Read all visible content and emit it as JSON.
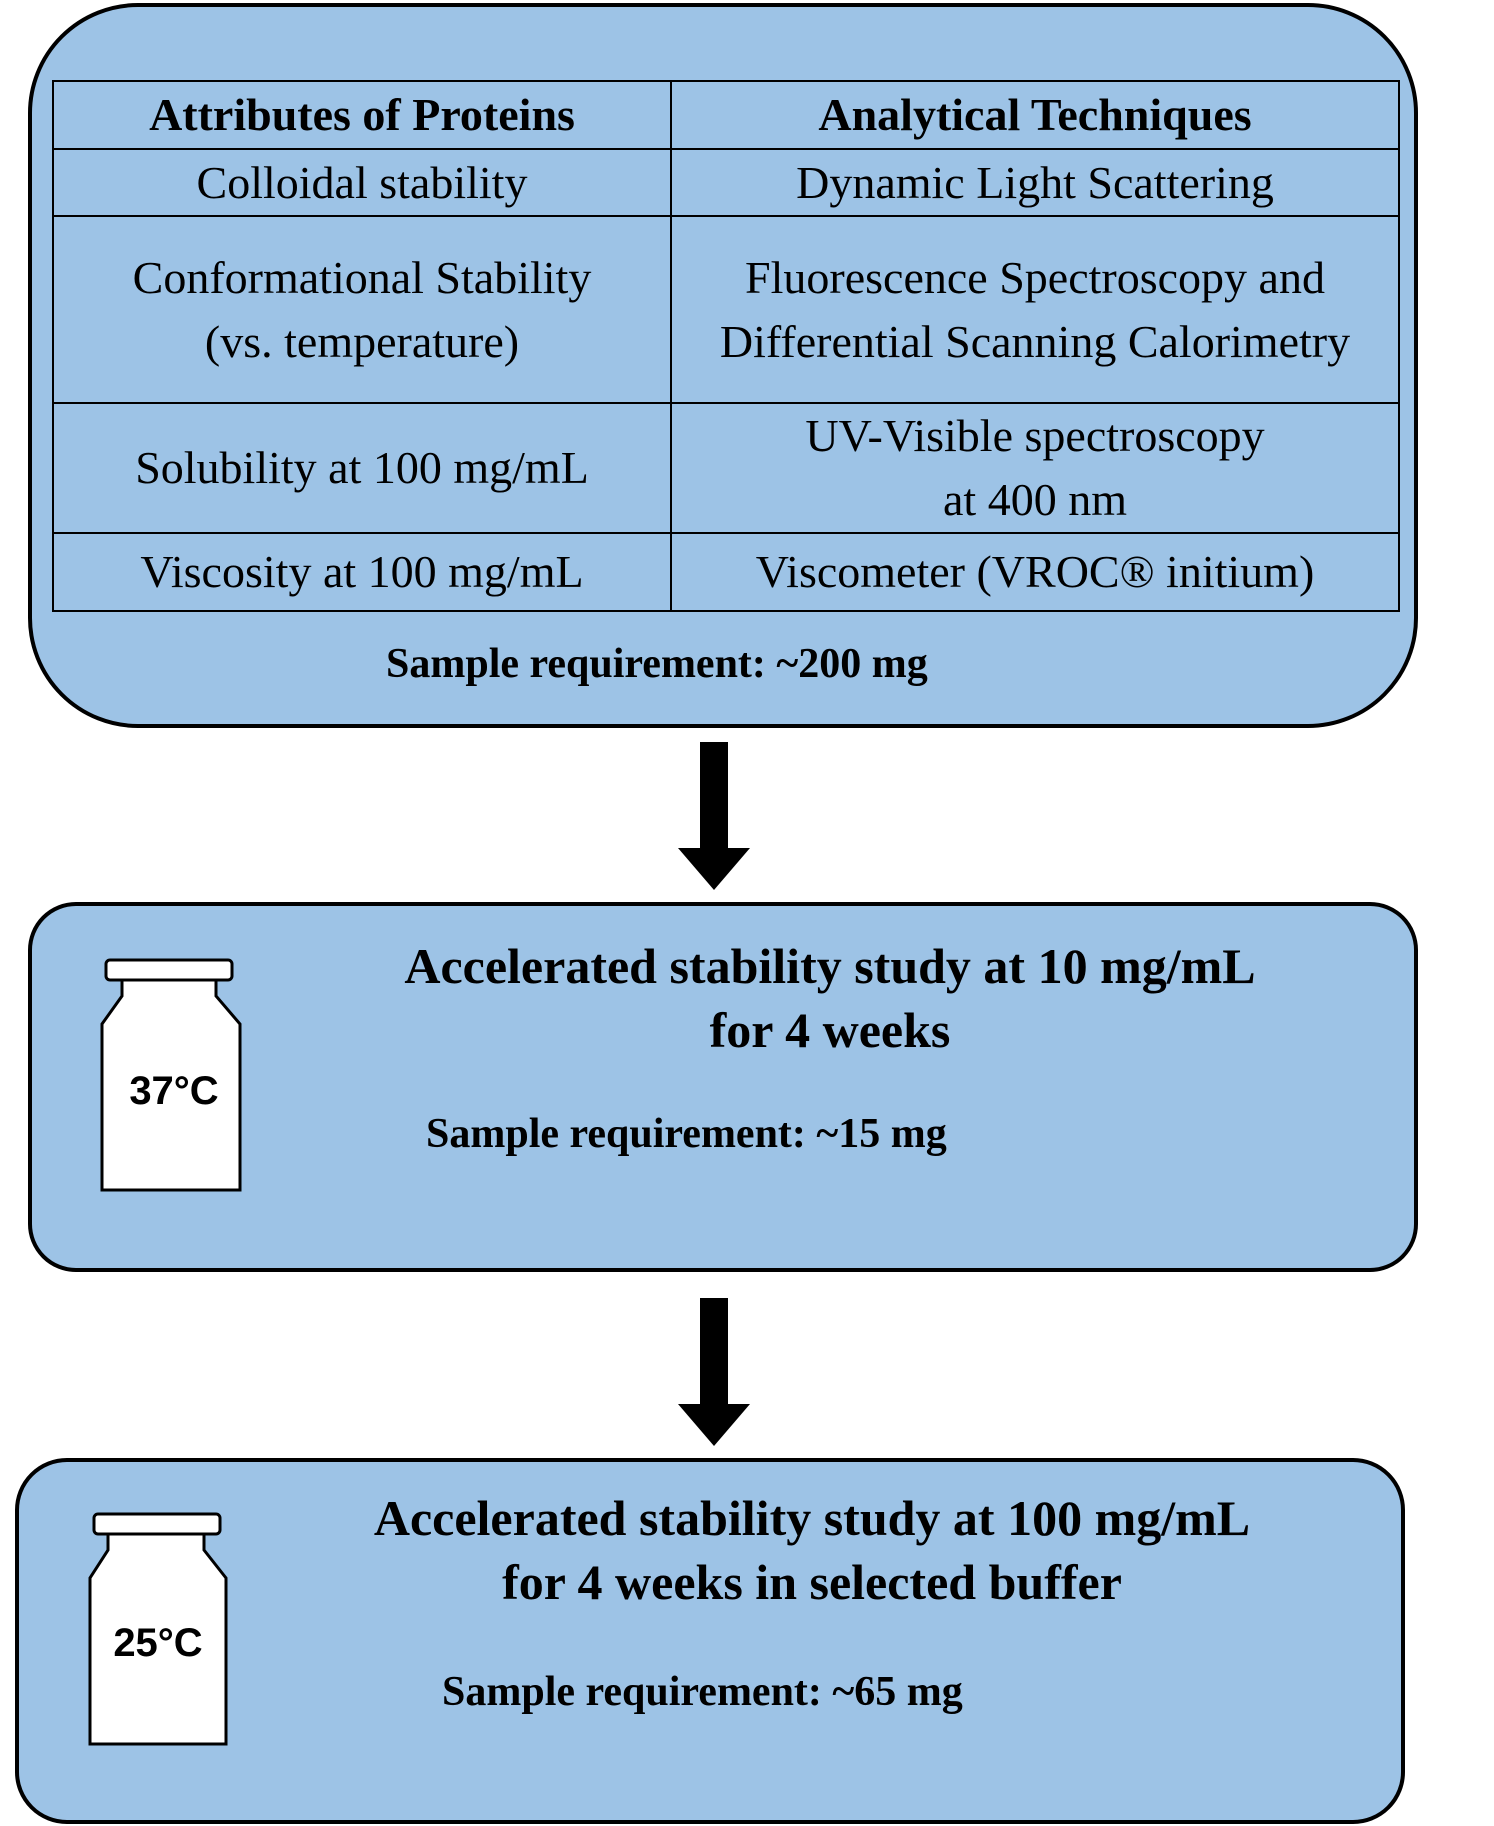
{
  "panel1": {
    "table": {
      "headers": [
        "Attributes of Proteins",
        "Analytical Techniques"
      ],
      "rows": [
        {
          "attribute": [
            "Colloidal stability"
          ],
          "technique": [
            "Dynamic Light Scattering"
          ]
        },
        {
          "attribute": [
            "Conformational Stability",
            "(vs. temperature)"
          ],
          "technique": [
            "Fluorescence Spectroscopy and",
            "Differential Scanning Calorimetry"
          ]
        },
        {
          "attribute": [
            "Solubility at 100 mg/mL"
          ],
          "technique": [
            "UV-Visible spectroscopy",
            "at 400 nm"
          ]
        },
        {
          "attribute": [
            "Viscosity at 100 mg/mL"
          ],
          "technique": [
            "Viscometer (VROC® initium)"
          ]
        }
      ]
    },
    "sample_requirement": "Sample requirement: ~200 mg"
  },
  "panel2": {
    "title_line1": "Accelerated stability study at 10 mg/mL",
    "title_line2": "for 4 weeks",
    "vial_label": "37°C",
    "sample_requirement": "Sample requirement: ~15 mg"
  },
  "panel3": {
    "title_line1": "Accelerated stability study at 100 mg/mL",
    "title_line2": "for 4 weeks in selected buffer",
    "vial_label": "25°C",
    "sample_requirement": "Sample requirement: ~65 mg"
  },
  "colors": {
    "box_fill": "#9dc3e6",
    "outline": "#000000",
    "vial_fill": "#ffffff"
  }
}
